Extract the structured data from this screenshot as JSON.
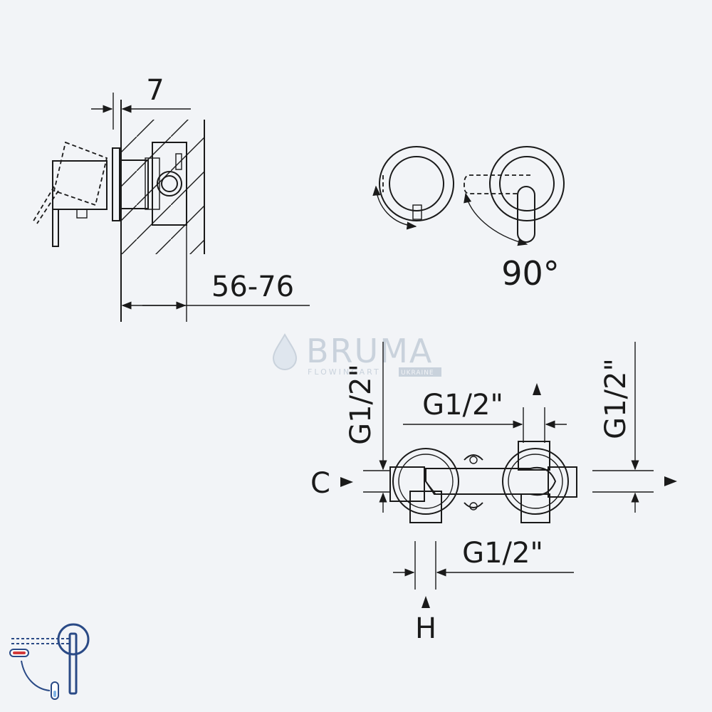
{
  "watermark": {
    "brand": "BRUMA",
    "sub": "FLOWINGART",
    "tag": "UKRAINE"
  },
  "side_view": {
    "dim_top": "7",
    "dim_bottom": "56-76"
  },
  "front_view": {
    "angle_label": "90°"
  },
  "body_view": {
    "left_thread": "G1/2\"",
    "top_thread": "G1/2\"",
    "right_thread": "G1/2\"",
    "bottom_thread": "G1/2\"",
    "cold_label": "C",
    "hot_label": "H"
  },
  "colors": {
    "line": "#1a1a1a",
    "icon_blue": "#2a4a86",
    "icon_red": "#d23a3a",
    "background": "#f2f4f7"
  }
}
